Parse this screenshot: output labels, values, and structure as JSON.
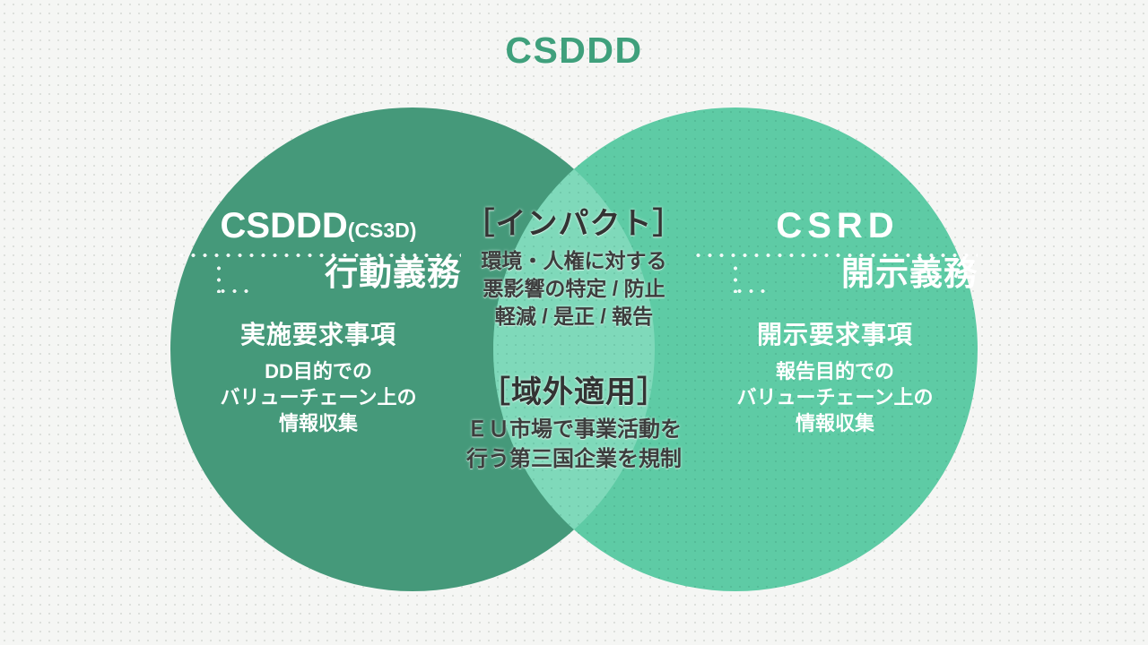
{
  "header": {
    "title": "CSDDD",
    "title_color": "#3fa07c"
  },
  "theme": {
    "background": "#f5f6f4",
    "left_circle_color": "#45997a",
    "right_circle_color": "#5ecba5",
    "overlap_color": "#7fd9ba",
    "circle_text_color": "#ffffff",
    "overlap_text_color": "#333333"
  },
  "venn": {
    "left": {
      "acronym": "CSDDD",
      "acronym_sub": "(CS3D)",
      "obligation": "行動義務",
      "requirement_title": "実施要求事項",
      "requirement_lines": [
        "DD目的での",
        "バリューチェーン上の",
        "情報収集"
      ]
    },
    "right": {
      "acronym": "CSRD",
      "obligation": "開示義務",
      "requirement_title": "開示要求事項",
      "requirement_lines": [
        "報告目的での",
        "バリューチェーン上の",
        "情報収集"
      ]
    },
    "overlap": {
      "top": {
        "title": "［インパクト］",
        "lines": [
          "環境・人権に対する",
          "悪影響の特定 / 防止",
          "軽減 / 是正 / 報告"
        ]
      },
      "bottom": {
        "title": "［域外適用］",
        "lines": [
          "ＥＵ市場で事業活動を",
          "行う第三国企業を規制"
        ]
      }
    }
  }
}
